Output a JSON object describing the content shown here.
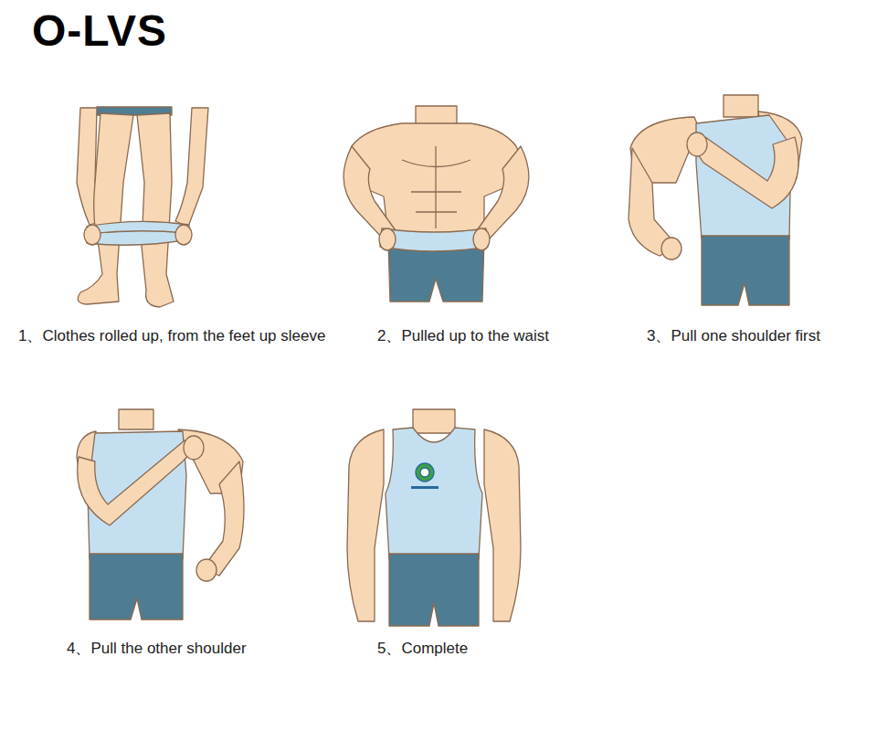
{
  "diagram": {
    "labels": [
      "O-LVS",
      "1、Clothes rolled up, from the feet up sleeve",
      "2、Pulled up to the waist",
      "3、Pull one shoulder first",
      "4、Pull the other shoulder",
      "5、Complete"
    ]
  }
}
